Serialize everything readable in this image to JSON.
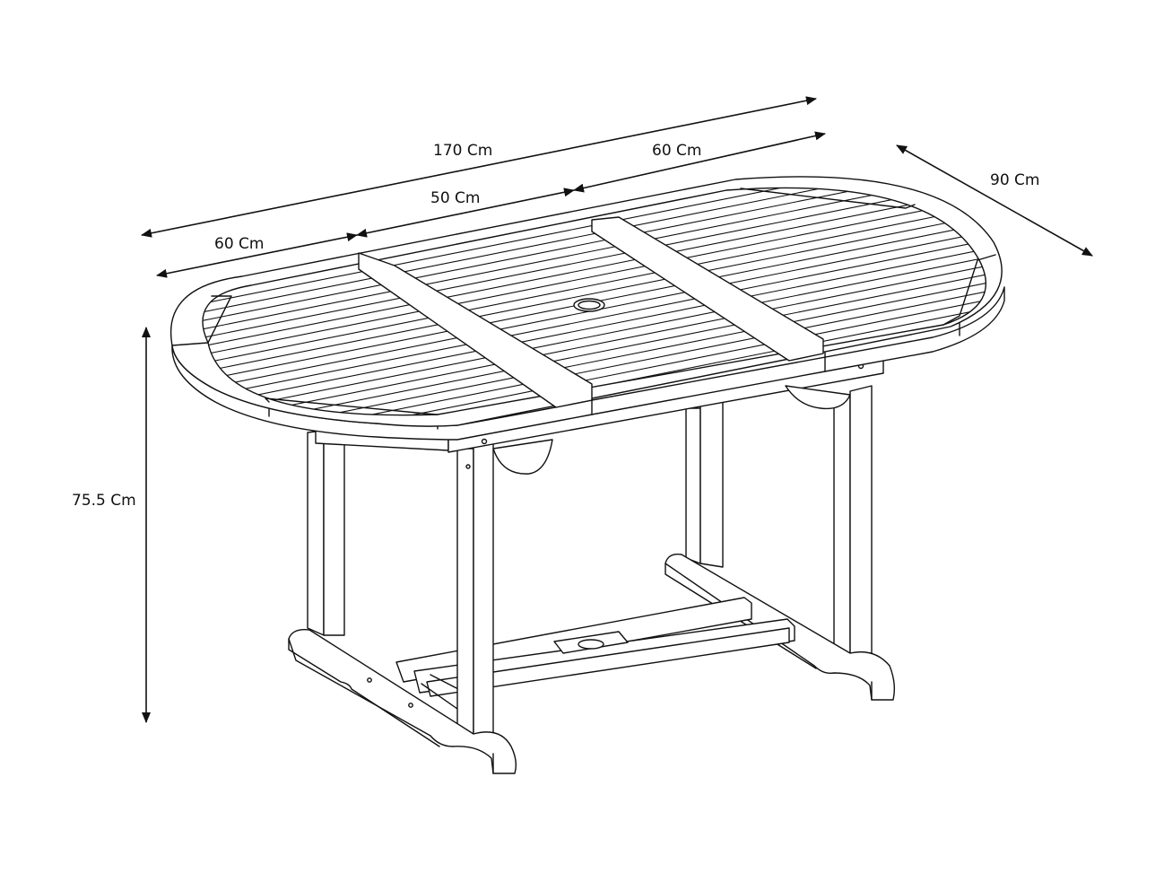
{
  "diagram": {
    "colors": {
      "ink": "#111111",
      "background": "#ffffff"
    },
    "dimensions": {
      "total_length": "170 Cm",
      "leaf_left": "60 Cm",
      "center_section": "50 Cm",
      "leaf_right": "60 Cm",
      "width": "90 Cm",
      "height": "75.5 Cm"
    }
  }
}
